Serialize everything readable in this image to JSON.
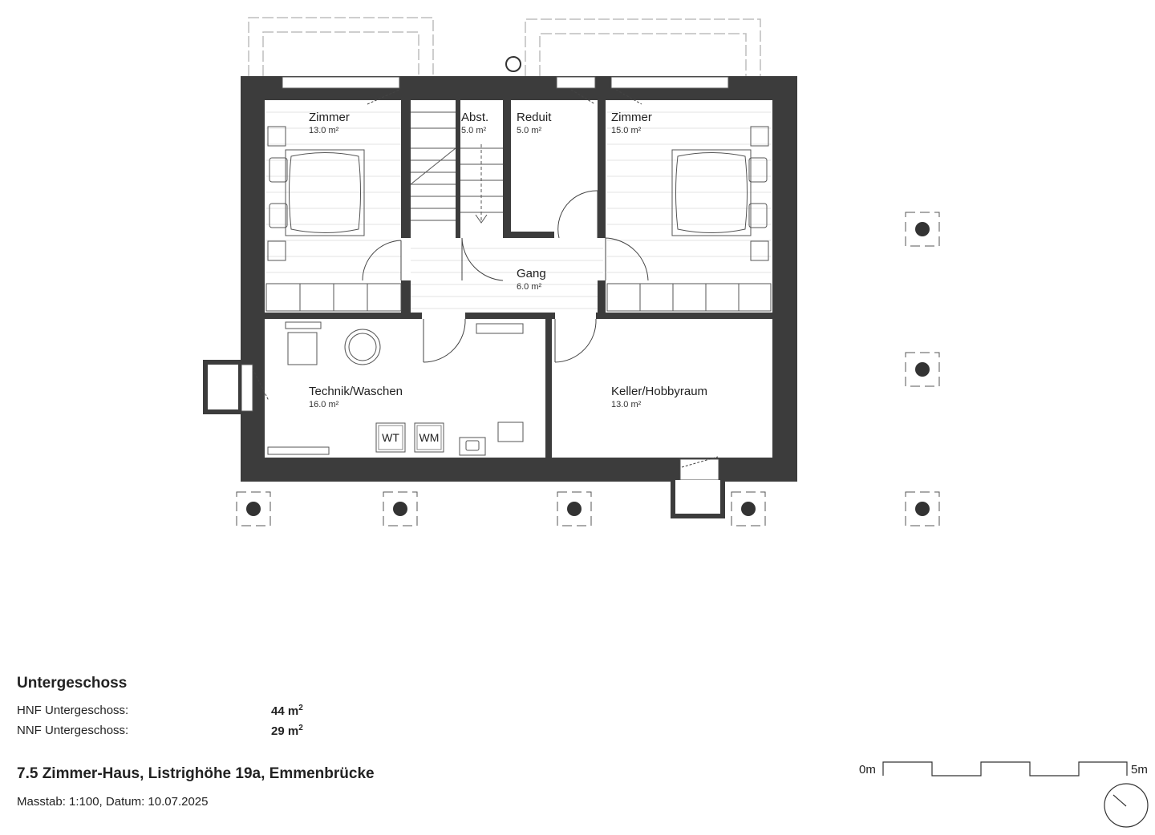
{
  "rooms": {
    "zimmer_left": {
      "name": "Zimmer",
      "area": "13.0 m²"
    },
    "abst": {
      "name": "Abst.",
      "area": "5.0 m²"
    },
    "reduit": {
      "name": "Reduit",
      "area": "5.0 m²"
    },
    "zimmer_right": {
      "name": "Zimmer",
      "area": "15.0 m²"
    },
    "gang": {
      "name": "Gang",
      "area": "6.0 m²"
    },
    "technik": {
      "name": "Technik/Waschen",
      "area": "16.0 m²"
    },
    "keller": {
      "name": "Keller/Hobbyraum",
      "area": "13.0 m²"
    }
  },
  "appliances": {
    "wt": "WT",
    "wm": "WM"
  },
  "footer": {
    "section_title": "Untergeschoss",
    "hnf_label": "HNF Untergeschoss:",
    "hnf_value": "44 m",
    "nnf_label": "NNF Untergeschoss:",
    "nnf_value": "29 m",
    "area_unit_sup": "2",
    "project_title": "7.5 Zimmer-Haus, Listrighöhe 19a, Emmenbrücke",
    "meta": "Masstab: 1:100, Datum: 10.07.2025"
  },
  "scale_bar": {
    "start_label": "0m",
    "end_label": "5m"
  },
  "colors": {
    "wall": "#3c3c3c",
    "line": "#4a4a4a",
    "hatch": "#d9d9d9",
    "stone": "#bdbdbd"
  }
}
